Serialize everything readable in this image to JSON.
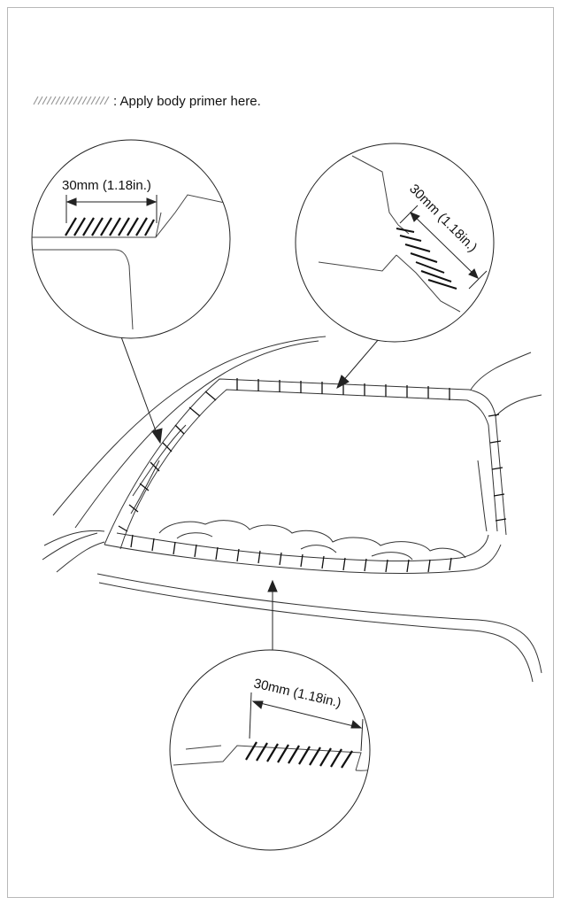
{
  "legend": {
    "label": ": Apply body primer here."
  },
  "callouts": {
    "left": {
      "dimension": "30mm (1.18in.)"
    },
    "right": {
      "dimension": "30mm (1.18in.)"
    },
    "bottom": {
      "dimension": "30mm (1.18in.)"
    }
  },
  "colors": {
    "line": "#333333",
    "hatch": "#111111",
    "legend_hatch": "#9a9a9a"
  }
}
